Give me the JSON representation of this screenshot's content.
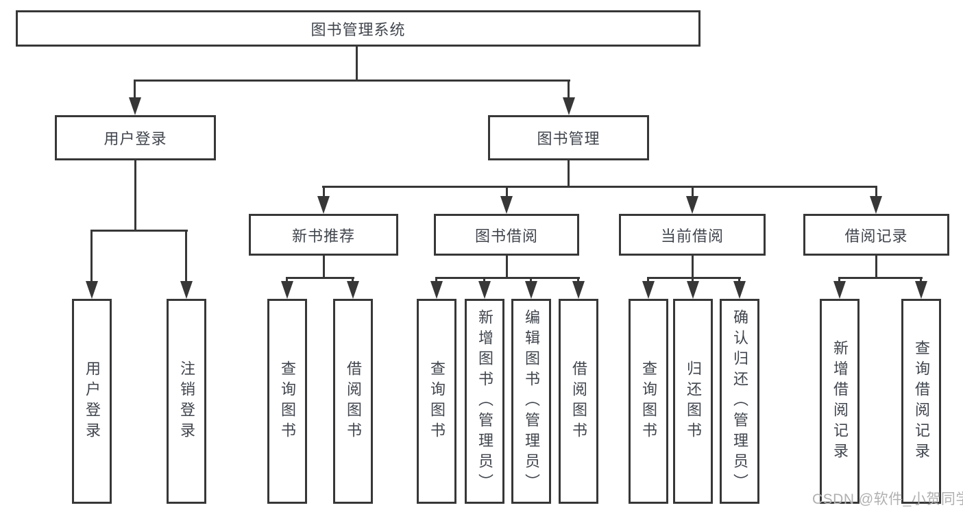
{
  "tree": {
    "root": "图书管理系统",
    "branches": [
      {
        "label": "用户登录",
        "children": [
          "用户登录",
          "注销登录"
        ]
      },
      {
        "label": "图书管理",
        "sections": [
          {
            "label": "新书推荐",
            "children": [
              "查询图书",
              "借阅图书"
            ]
          },
          {
            "label": "图书借阅",
            "children": [
              "查询图书",
              "新增图书（管理员）",
              "编辑图书（管理员）",
              "借阅图书"
            ]
          },
          {
            "label": "当前借阅",
            "children": [
              "查询图书",
              "归还图书",
              "确认归还（管理员）"
            ]
          },
          {
            "label": "借阅记录",
            "children": [
              "新增借阅记录",
              "查询借阅记录"
            ]
          }
        ]
      }
    ]
  },
  "watermark": "CSDN @软件_小贺同学",
  "colors": {
    "line": "#373737",
    "text": "#40454d",
    "watermark": "#b0b0b0",
    "background": "#ffffff"
  }
}
